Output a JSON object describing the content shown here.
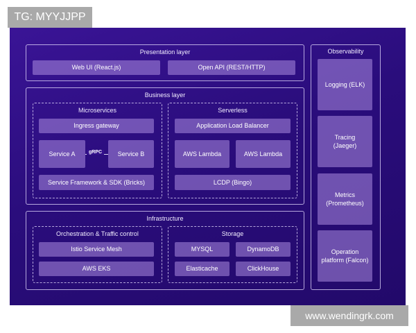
{
  "watermarks": {
    "top_left": "TG: MYYJJPP",
    "bottom_right": "www.wendingrk.com"
  },
  "presentation": {
    "title": "Presentation layer",
    "web_ui": "Web UI (React.js)",
    "open_api": "Open API (REST/HTTP)"
  },
  "business": {
    "title": "Business layer",
    "microservices": {
      "title": "Microservices",
      "ingress": "Ingress gateway",
      "service_a": "Service A",
      "service_b": "Service B",
      "grpc": "gRPC",
      "framework": "Service Framework & SDK (Bricks)"
    },
    "serverless": {
      "title": "Serverless",
      "alb": "Application Load Balancer",
      "lambda_1": "AWS Lambda",
      "lambda_2": "AWS Lambda",
      "lcdp": "LCDP (Bingo)"
    }
  },
  "infrastructure": {
    "title": "Infrastructure",
    "orchestration": {
      "title": "Orchestration & Traffic control",
      "istio": "Istio Service Mesh",
      "eks": "AWS EKS"
    },
    "storage": {
      "title": "Storage",
      "mysql": "MYSQL",
      "dynamodb": "DynamoDB",
      "elasticache": "Elasticache",
      "clickhouse": "ClickHouse"
    }
  },
  "observability": {
    "title": "Observability",
    "logging": "Logging (ELK)",
    "tracing": "Tracing\n(Jaeger)",
    "metrics": "Metrics\n(Prometheus)",
    "operation": "Operation\nplatform (Falcon)"
  },
  "colors": {
    "background": "#2a0d7c",
    "box_fill": "#ac8ce0",
    "border": "#e6dcff",
    "watermark": "#a9a9a9"
  }
}
